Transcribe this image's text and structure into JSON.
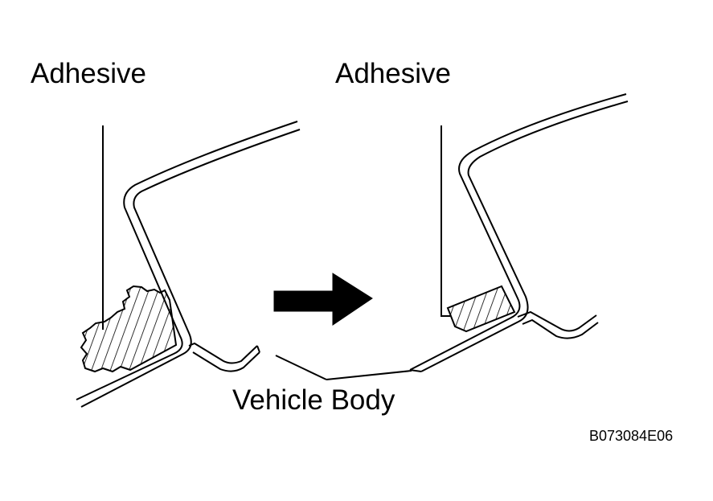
{
  "labels": {
    "adhesive_before": "Adhesive",
    "adhesive_after": "Adhesive",
    "vehicle_body": "Vehicle Body",
    "figure_code": "B073084E06"
  },
  "colors": {
    "ink": "#000000",
    "background": "#ffffff"
  },
  "icons": {
    "arrow": "right-arrow-icon"
  }
}
